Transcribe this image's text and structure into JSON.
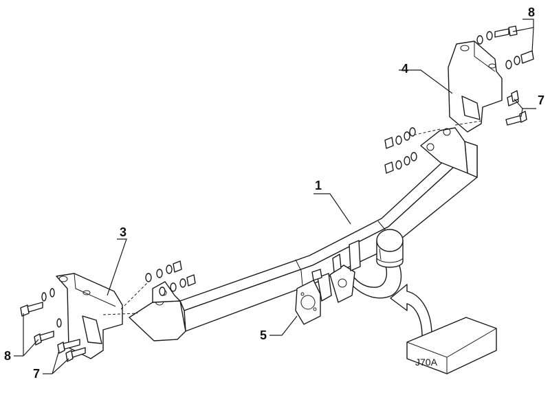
{
  "labels": {
    "beam": "1",
    "left_bracket": "3",
    "right_bracket": "4",
    "socket_plate": "5",
    "bolts_left_upper": "8",
    "bolts_left_lower": "7",
    "bolts_right_upper": "8",
    "bolts_right_lower": "7"
  },
  "package_box": {
    "label": "J70A"
  }
}
